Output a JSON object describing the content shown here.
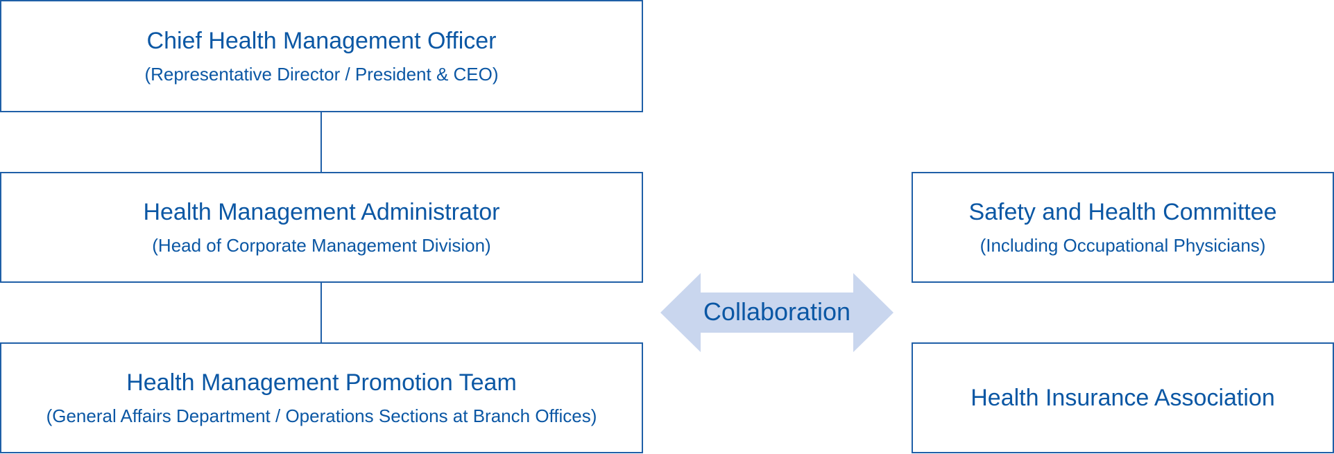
{
  "colors": {
    "box_border": "#1f5fa7",
    "text": "#0b57a4",
    "arrow_fill": "#c9d6ee"
  },
  "boxes": {
    "chief": {
      "title": "Chief Health Management Officer",
      "subtitle": "(Representative Director / President & CEO)"
    },
    "administrator": {
      "title": "Health Management Administrator",
      "subtitle": "(Head of Corporate Management Division)"
    },
    "promotion_team": {
      "title": "Health Management Promotion Team",
      "subtitle": "(General Affairs Department / Operations Sections at Branch Offices)"
    },
    "safety_committee": {
      "title": "Safety and Health Committee",
      "subtitle": "(Including Occupational Physicians)"
    },
    "insurance_association": {
      "title": "Health Insurance Association"
    }
  },
  "arrow": {
    "label": "Collaboration"
  }
}
